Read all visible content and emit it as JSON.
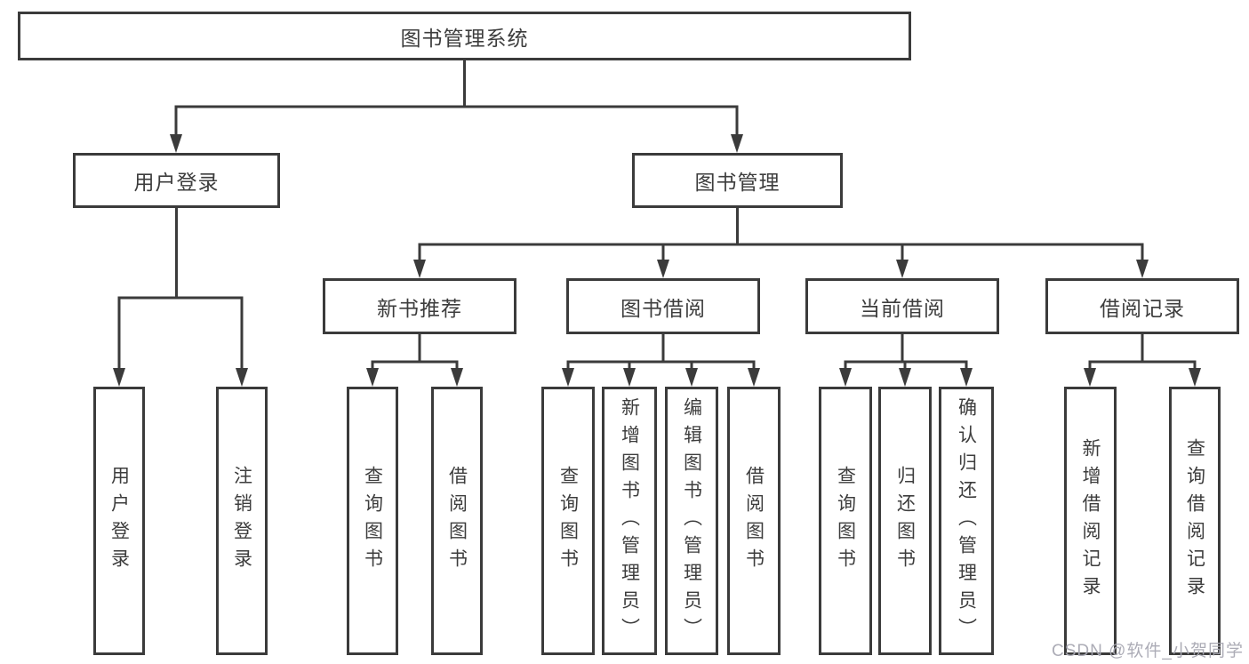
{
  "diagram": {
    "root": "图书管理系统",
    "level2": {
      "user_login": "用户登录",
      "book_management": "图书管理"
    },
    "level3": {
      "new_book_recommend": "新书推荐",
      "book_borrowing": "图书借阅",
      "current_borrowing": "当前借阅",
      "borrowing_records": "借阅记录"
    },
    "leaves": {
      "user_login": "用户登录",
      "logout": "注销登录",
      "recommend_query_book": "查询图书",
      "recommend_borrow_book": "借阅图书",
      "borrowing_query_book": "查询图书",
      "borrowing_add_book": "新增图书（管理员）",
      "borrowing_edit_book": "编辑图书（管理员）",
      "borrowing_borrow_book": "借阅图书",
      "current_query_book": "查询图书",
      "current_return_book": "归还图书",
      "current_confirm_return": "确认归还（管理员）",
      "records_add_record": "新增借阅记录",
      "records_query_record": "查询借阅记录"
    }
  },
  "watermark": "CSDN @软件_小贺同学",
  "colors": {
    "line": "#3b3b3b",
    "text": "#3d3d3d",
    "watermark": "#a8a8b2",
    "background": "#ffffff"
  }
}
